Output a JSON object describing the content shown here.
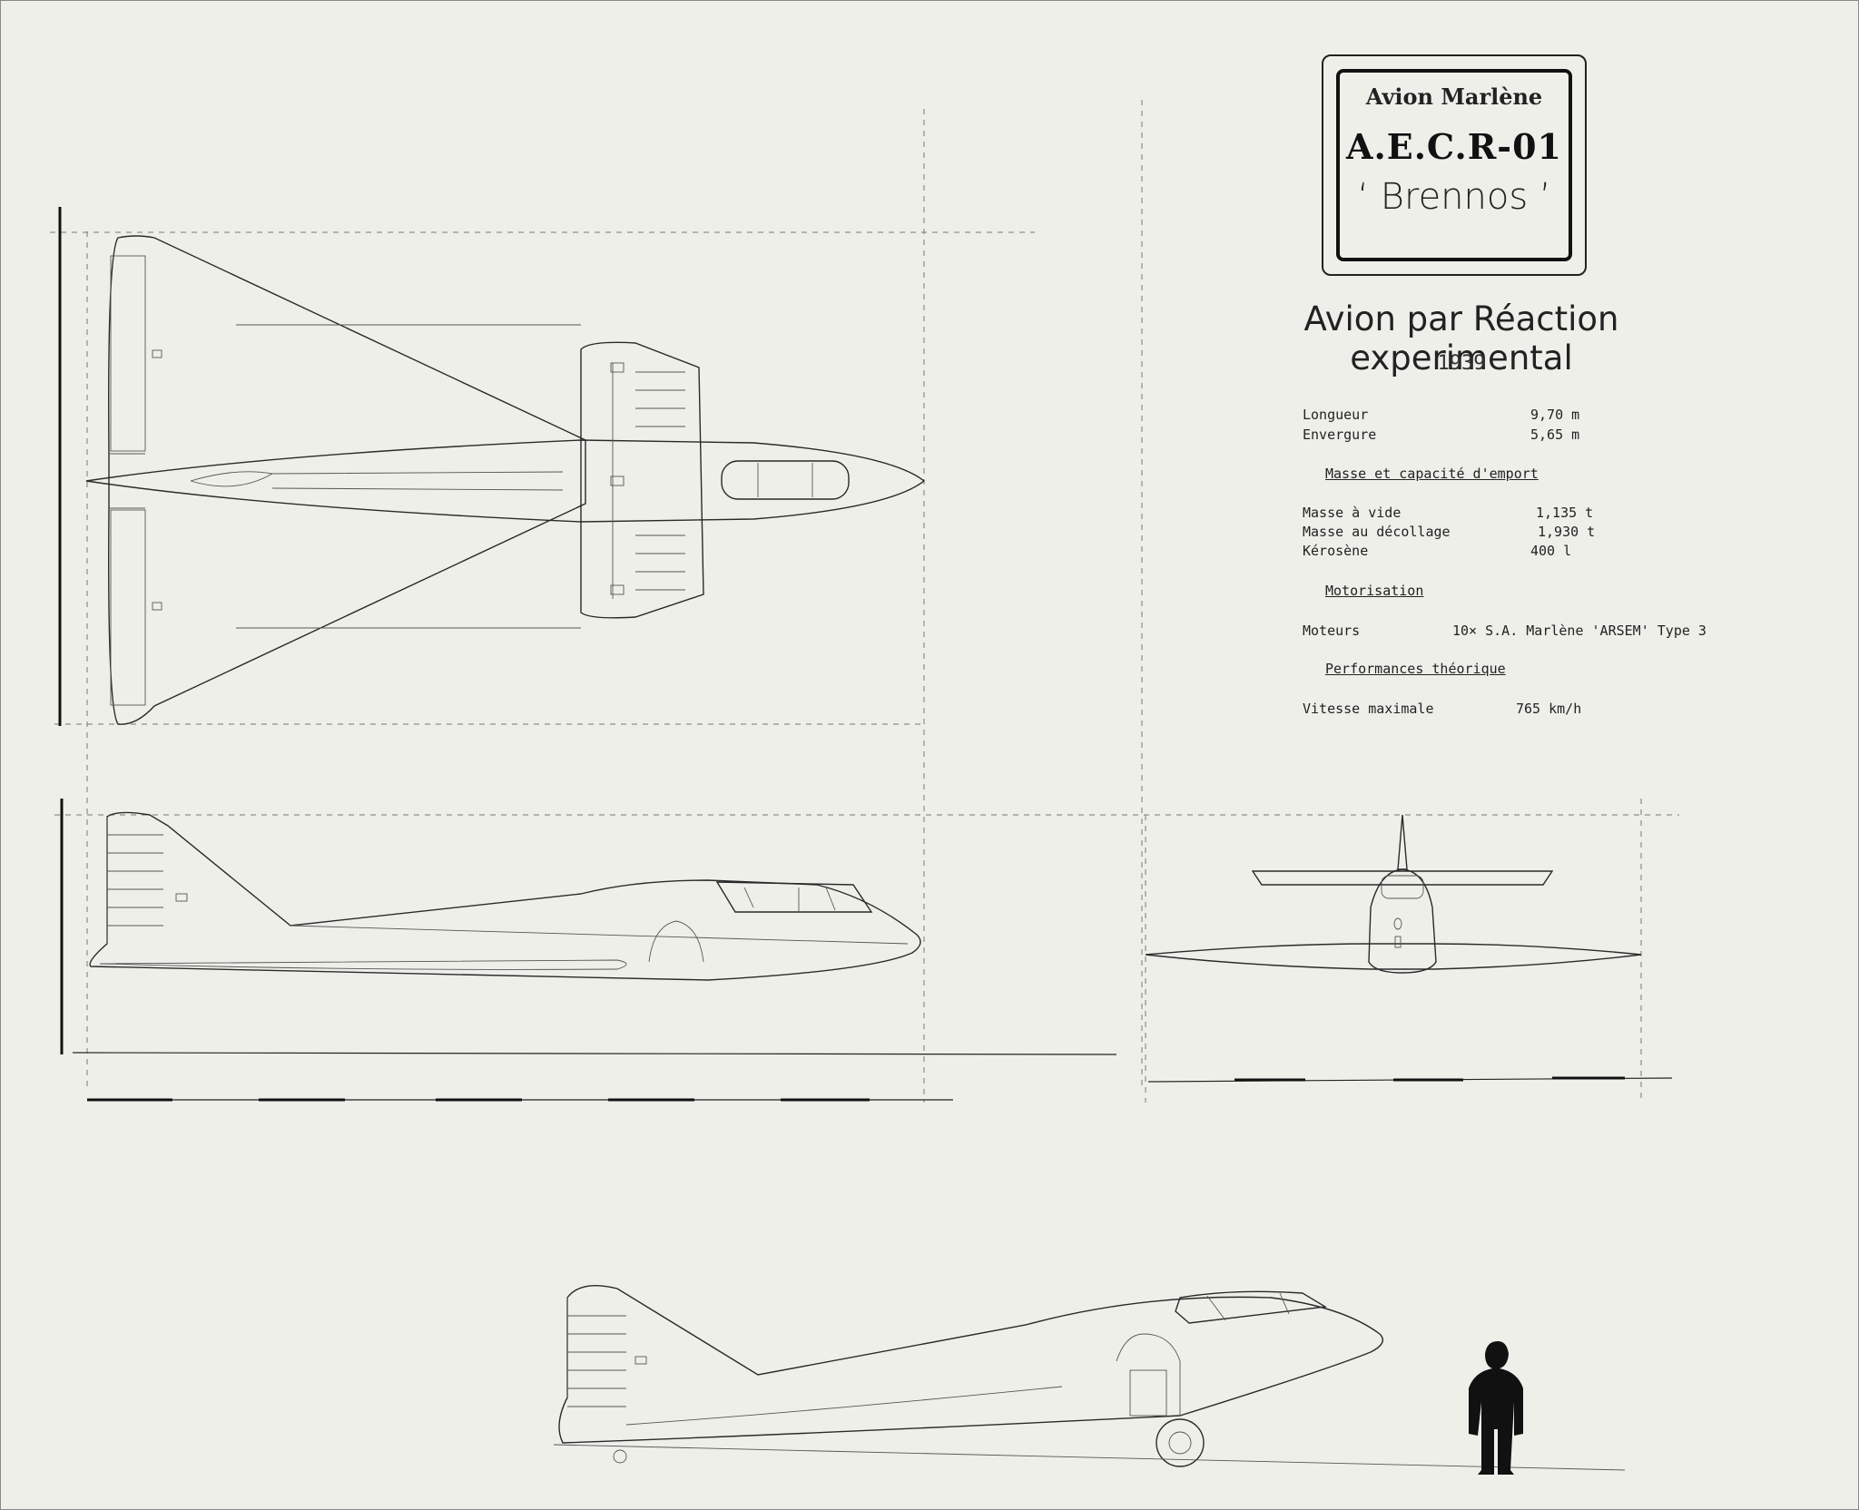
{
  "cartouche": {
    "maker": "Avion Marlène",
    "model": "A.E.C.R-01",
    "name": "‘ Brennos ’"
  },
  "title": "Avion par Réaction experimental",
  "year": ". 1939 .",
  "specs": {
    "dimensions": [
      {
        "label": "Longueur",
        "value": "9,70 m"
      },
      {
        "label": "Envergure",
        "value": "5,65 m"
      }
    ],
    "mass_heading": "Masse et capacité d'emport",
    "mass": [
      {
        "label": "Masse à vide",
        "value": "1,135 t"
      },
      {
        "label": "Masse au décollage",
        "value": "1,930 t"
      },
      {
        "label": "Kérosène",
        "value": "400 l"
      }
    ],
    "engine_heading": "Motorisation",
    "engine": {
      "label": "Moteurs",
      "value": "10× S.A. Marlène 'ARSEM' Type 3"
    },
    "perf_heading": "Performances théorique",
    "perf": {
      "label": "Vitesse maximale",
      "value": "765 km/h"
    }
  },
  "colors": {
    "paper": "#efefea",
    "ink": "#2a2a2a"
  }
}
